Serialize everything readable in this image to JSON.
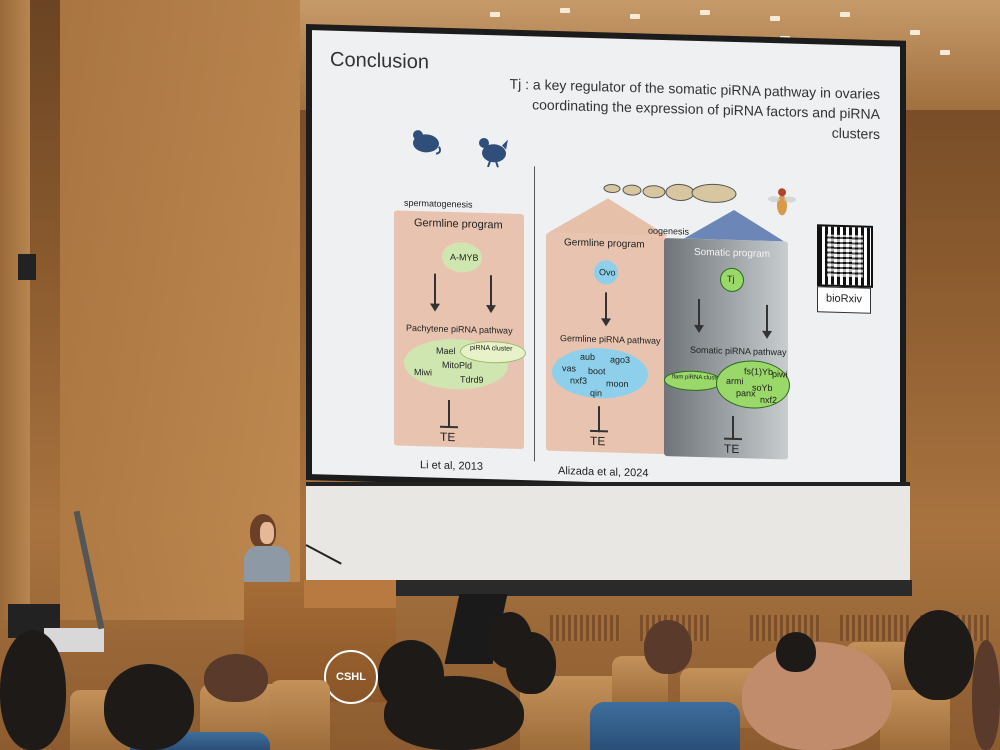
{
  "slide": {
    "title": "Conclusion",
    "subtitle_line1": "Tj : a key regulator of the somatic piRNA pathway in ovaries",
    "subtitle_line2": "coordinating the expression of piRNA factors and piRNA clusters",
    "left": {
      "header": "spermatogenesis",
      "program": "Germline program",
      "factor": "A-MYB",
      "pathway": "Pachytene piRNA pathway",
      "proteins": [
        "Mael",
        "MitoPld",
        "Miwi",
        "Tdrd9"
      ],
      "cluster": "piRNA cluster",
      "target": "TE",
      "citation": "Li et al, 2013"
    },
    "right": {
      "header": "oogenesis",
      "germline": {
        "program": "Germline program",
        "factor": "Ovo",
        "pathway": "Germline piRNA pathway",
        "proteins": [
          "aub",
          "ago3",
          "vas",
          "boot",
          "nxf3",
          "moon",
          "qin"
        ],
        "target": "TE"
      },
      "somatic": {
        "program": "Somatic program",
        "factor": "Tj",
        "pathway": "Somatic piRNA pathway",
        "cluster": "flam piRNA cluster",
        "proteins": [
          "fs(1)Yb",
          "piwi",
          "armi",
          "soYb",
          "panx",
          "nxf2"
        ],
        "target": "TE"
      },
      "citation": "Alizada et al, 2024",
      "badge": "bioRxiv"
    }
  },
  "venue": {
    "logo_text": "CSHL"
  },
  "colors": {
    "wall": "#a8733f",
    "seat_blue": "#3e6e9c",
    "slide_bg": "#eef0f2"
  }
}
